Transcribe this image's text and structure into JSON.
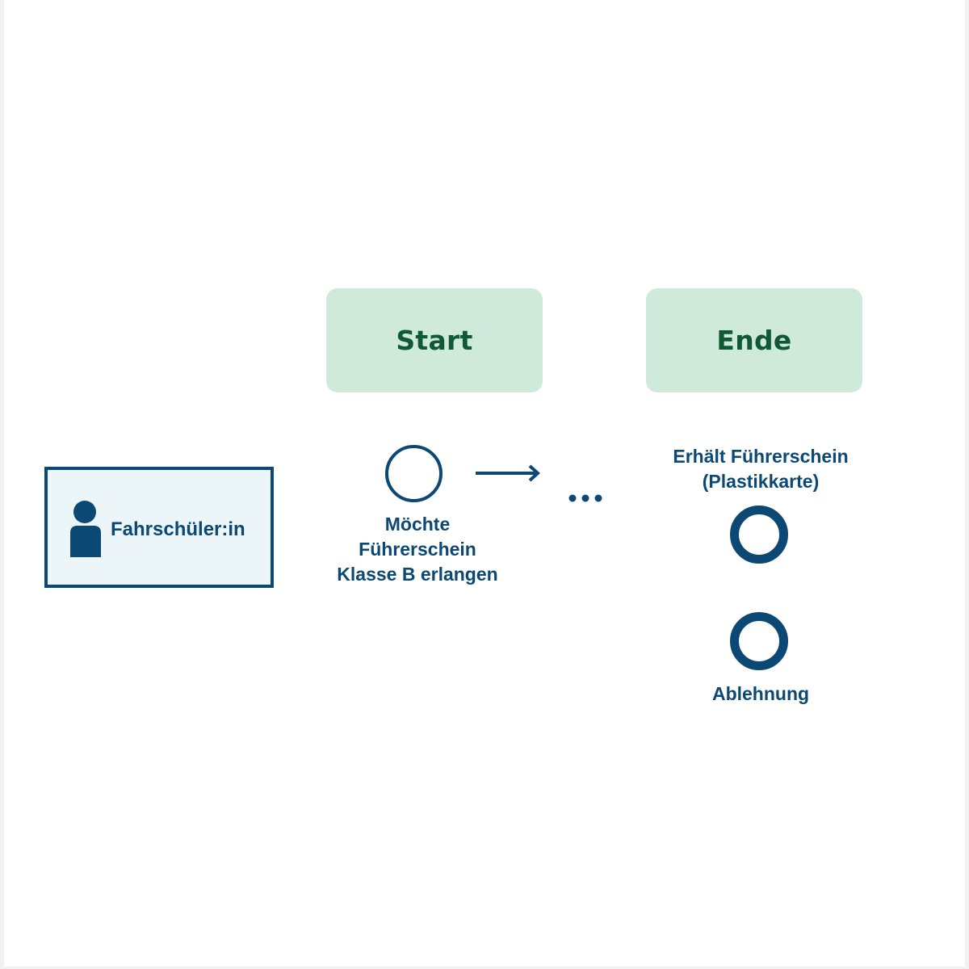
{
  "actor": {
    "label": "Fahrschüler:in",
    "icon": "person-icon"
  },
  "phases": {
    "start": "Start",
    "end": "Ende"
  },
  "start_event": {
    "label_lines": [
      "Möchte",
      "Führerschein",
      "Klasse B erlangen"
    ]
  },
  "end_events": [
    {
      "label_lines": [
        "Erhält Führerschein",
        "(Plastikkarte)"
      ]
    },
    {
      "label_lines": [
        "Ablehnung"
      ]
    }
  ],
  "colors": {
    "primary": "#0c4874",
    "phase_fill": "#cfeadb",
    "phase_text": "#0f5a34",
    "actor_fill": "#ecf6f9",
    "page_border": "#f2f2f2",
    "background": "#ffffff"
  }
}
